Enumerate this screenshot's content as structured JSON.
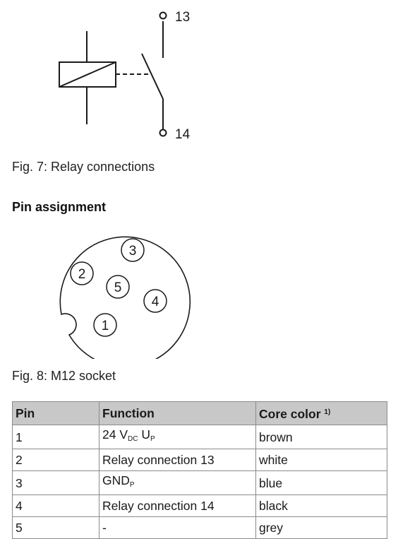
{
  "relay_diagram": {
    "terminal_top": "13",
    "terminal_bottom": "14",
    "caption": "Fig. 7: Relay connections"
  },
  "pin_section": {
    "heading": "Pin assignment",
    "socket_pins": [
      "1",
      "2",
      "3",
      "4",
      "5"
    ],
    "caption": "Fig. 8: M12 socket"
  },
  "table": {
    "headers": {
      "pin": "Pin",
      "function": "Function",
      "core_color": "Core color",
      "core_color_note": "1)"
    },
    "rows": [
      {
        "pin": "1",
        "function_parts": [
          "24 V",
          "DC",
          " U",
          "P"
        ],
        "color": "brown"
      },
      {
        "pin": "2",
        "function": "Relay connection 13",
        "color": "white"
      },
      {
        "pin": "3",
        "function_parts": [
          "GND",
          "P"
        ],
        "color": "blue"
      },
      {
        "pin": "4",
        "function": "Relay connection 14",
        "color": "black"
      },
      {
        "pin": "5",
        "function": "-",
        "color": "grey"
      }
    ]
  }
}
